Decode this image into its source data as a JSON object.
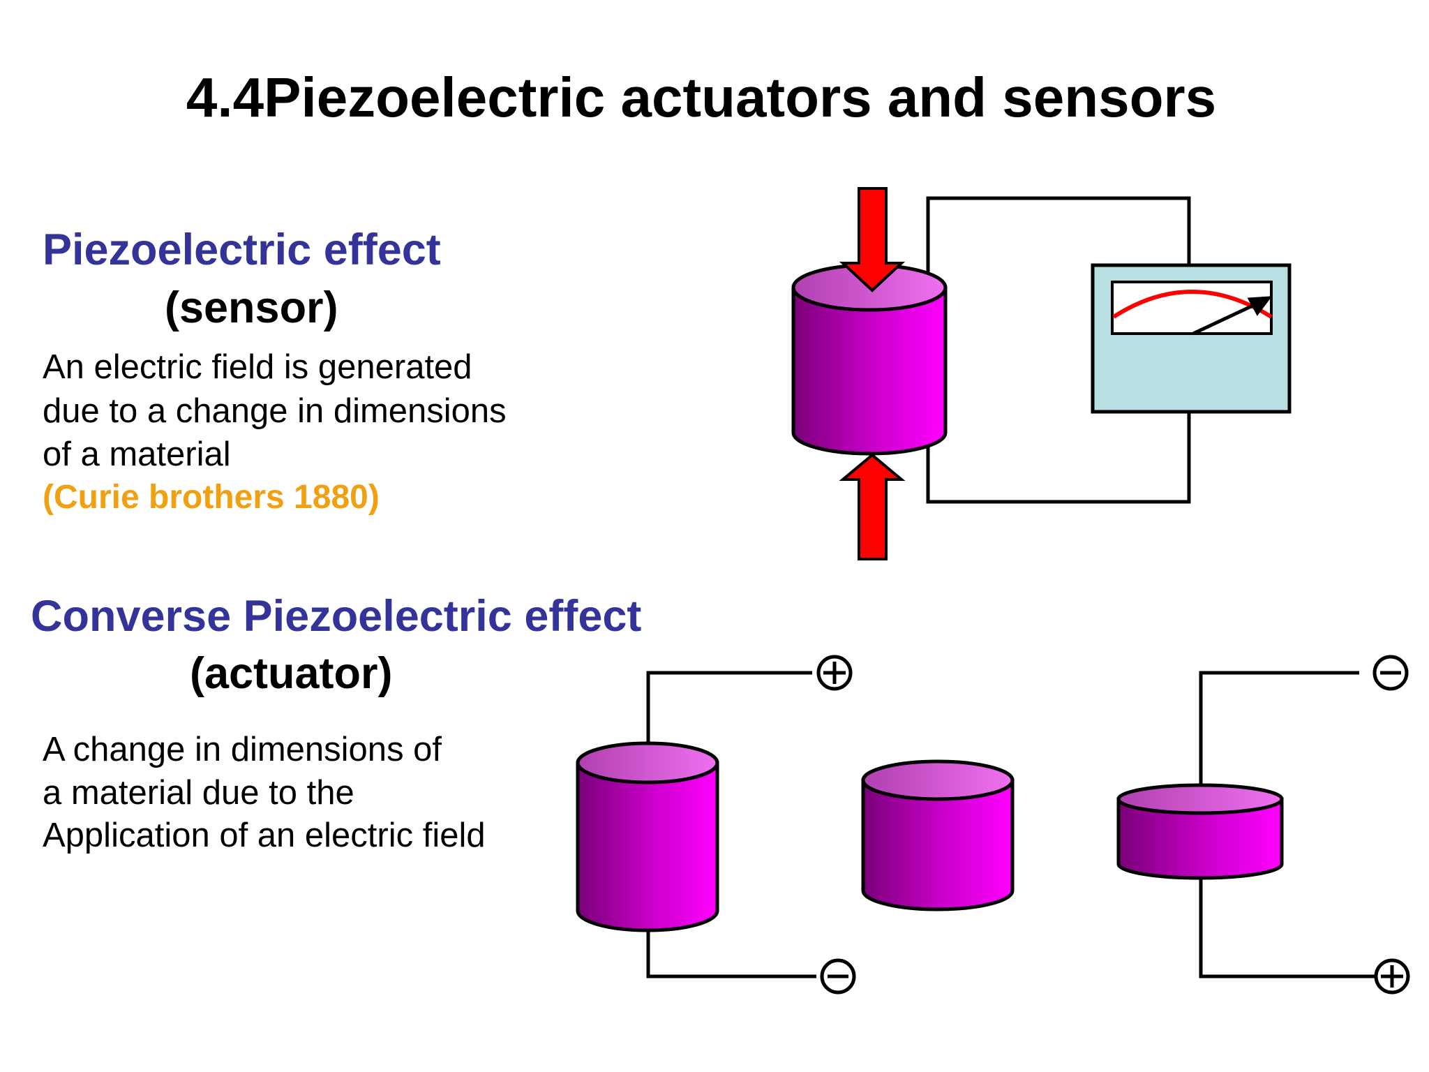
{
  "title": "4.4Piezoelectric actuators and sensors",
  "sensor_section": {
    "heading": "Piezoelectric effect",
    "subheading": "(sensor)",
    "description": [
      "An electric field is generated",
      "due to a change in dimensions",
      "of a material"
    ],
    "citation": "(Curie brothers 1880)"
  },
  "actuator_section": {
    "heading": "Converse Piezoelectric effect",
    "subheading": "(actuator)",
    "description": [
      "A change in dimensions of",
      "a material due to the",
      "Application of an electric field"
    ]
  },
  "colors": {
    "heading_blue": "#333399",
    "citation_orange": "#f0a010",
    "cylinder_magenta": "#e600e6",
    "cylinder_dark": "#7a0078",
    "arrow_red": "#ff0000",
    "meter_background": "#b8e0e2",
    "needle_arc_red": "#ff0000"
  },
  "icons": [
    "force-arrow-down-icon",
    "force-arrow-up-icon",
    "voltmeter-icon",
    "plus-terminal-icon",
    "minus-terminal-icon",
    "piezo-cylinder-icon"
  ]
}
